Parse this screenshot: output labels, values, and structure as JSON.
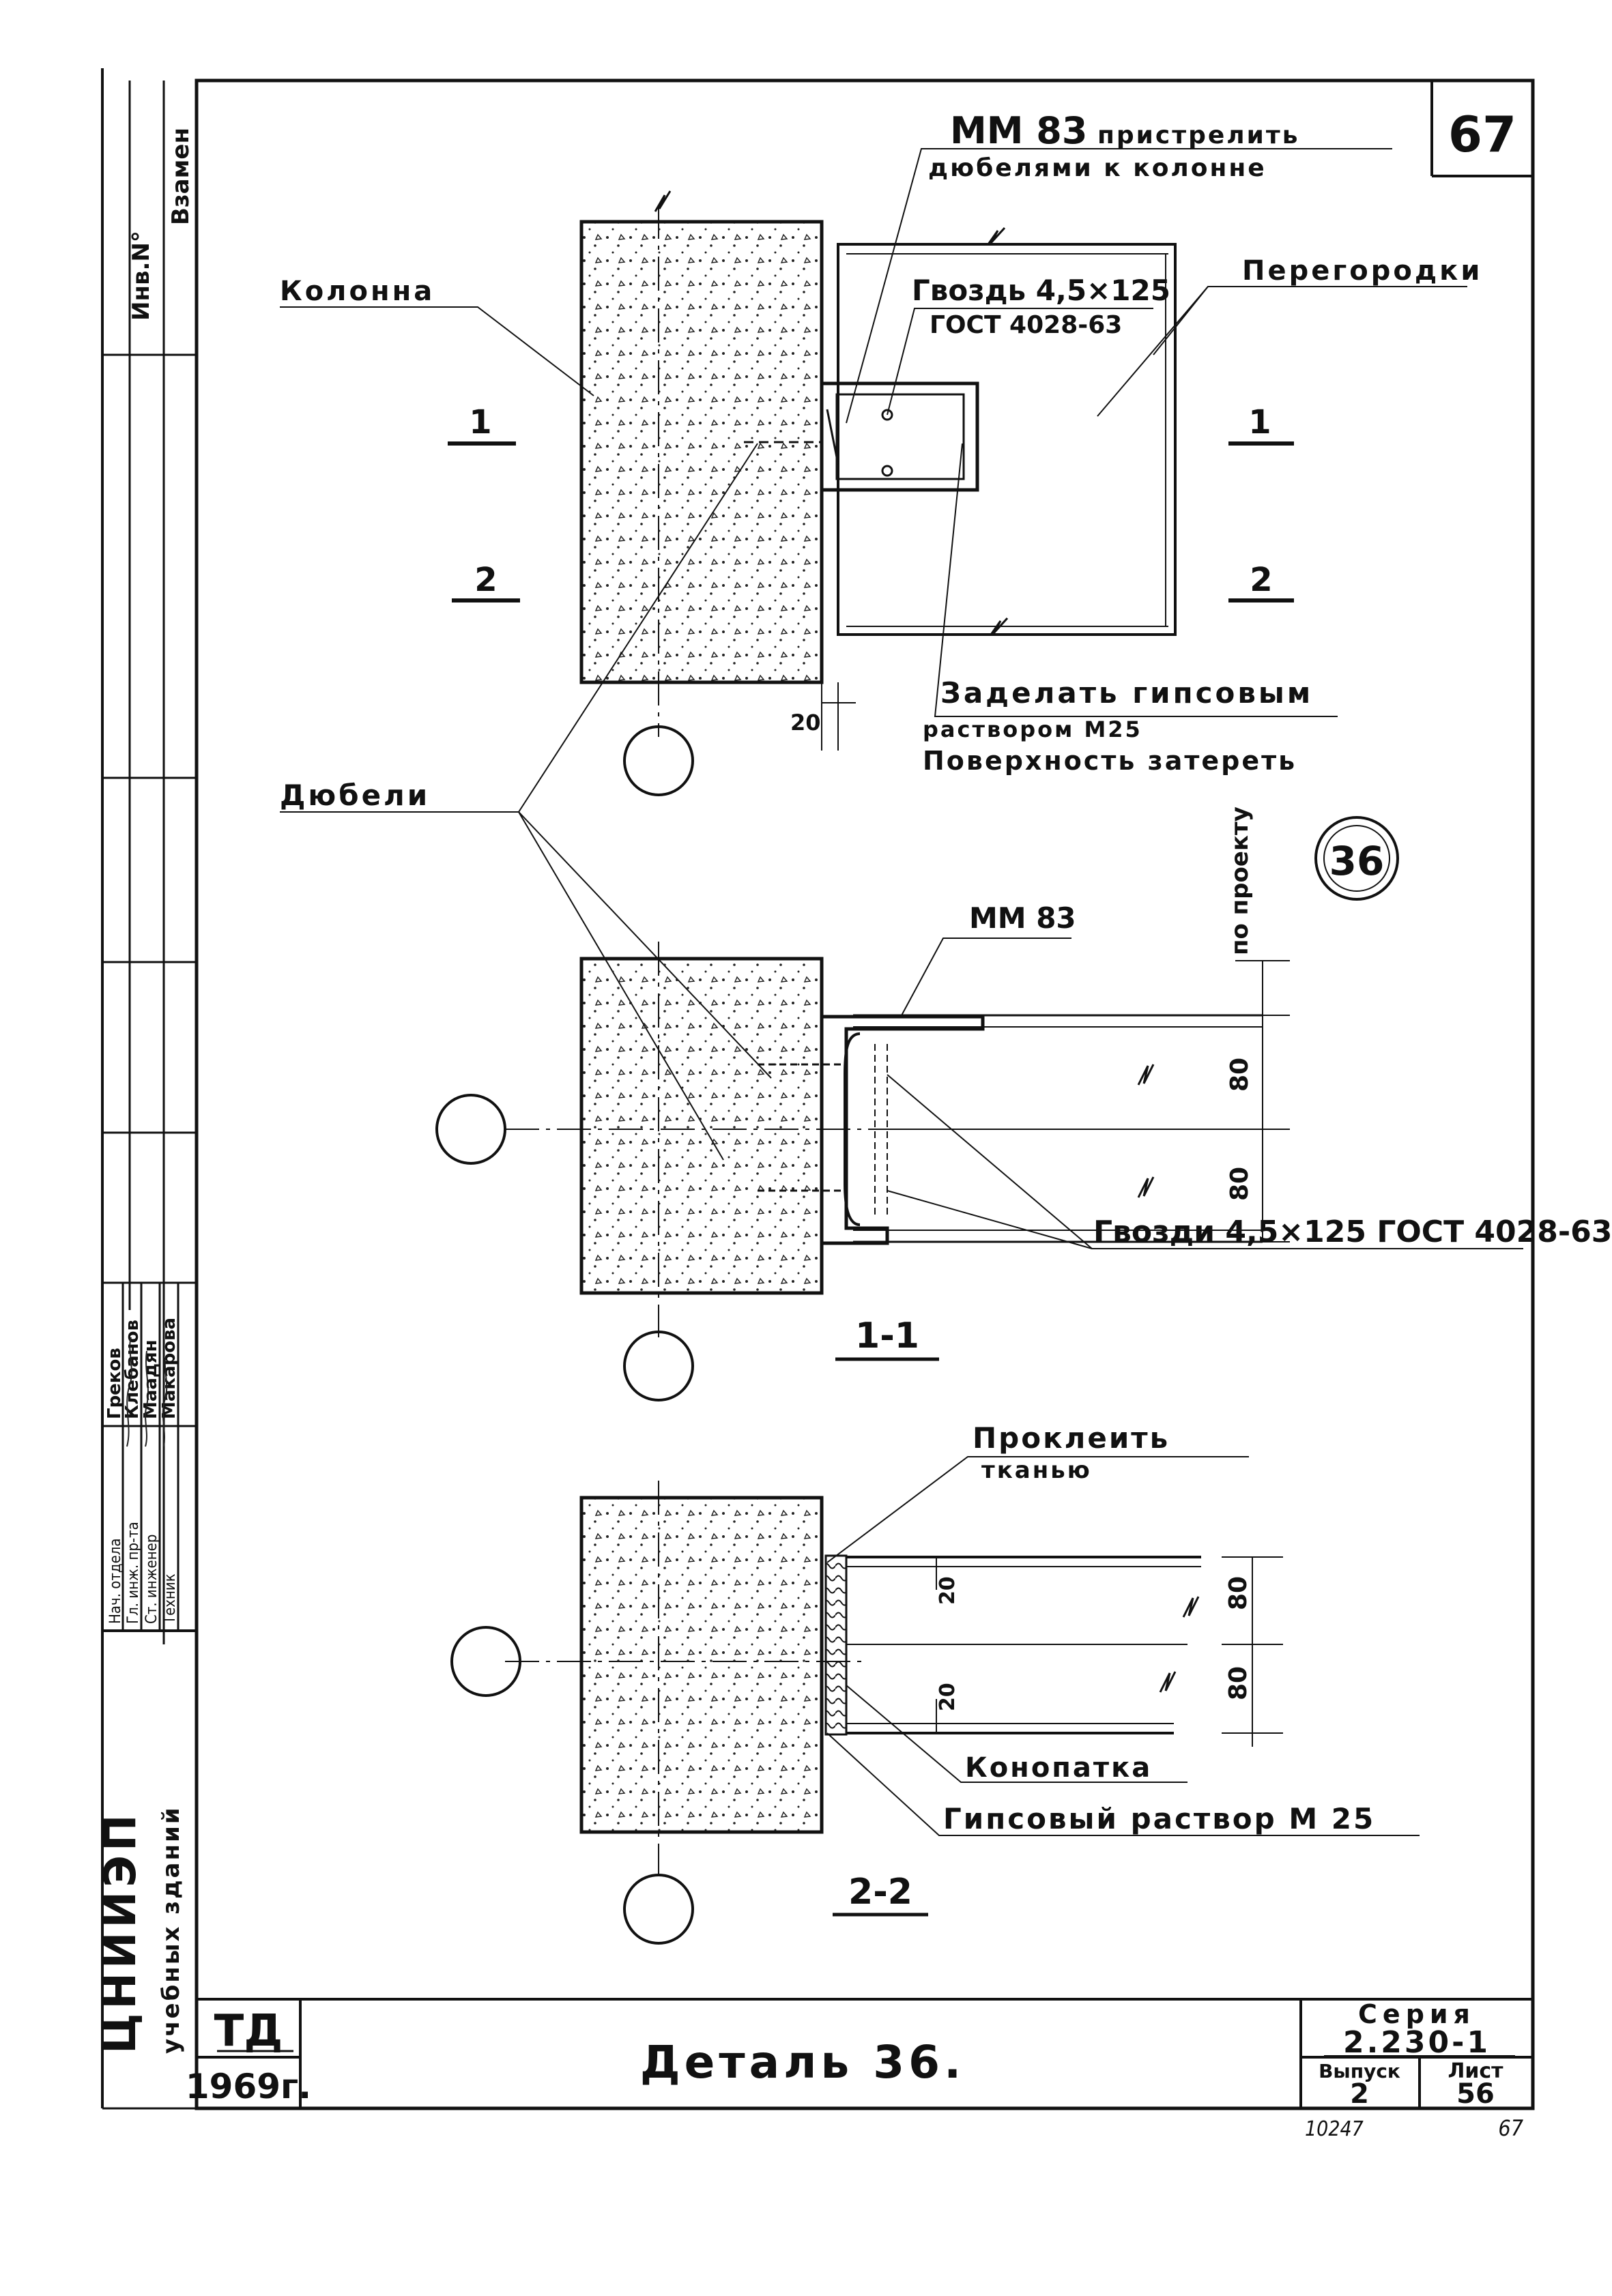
{
  "sheet": {
    "page_number": "67",
    "detail_circle": "36",
    "bottom_left_code": "10247",
    "bottom_right_number": "67"
  },
  "sidebar": {
    "inv_no": "Инв.N°",
    "vzamen": "Взамен",
    "org_title": "ЦНИИЭП",
    "org_subtitle": "учебных зданий",
    "signatures": [
      {
        "role": "Нач. отдела",
        "name": "Греков"
      },
      {
        "role": "Гл. инж. пр-та",
        "name": "Клебанов"
      },
      {
        "role": "Ст. инженер",
        "name": "Маадян"
      },
      {
        "role": "Техник",
        "name": "Макарова"
      }
    ]
  },
  "plan": {
    "label_column": "Колонна",
    "label_mm83": "ММ 83",
    "label_mm83_note_1": "пристрелить",
    "label_mm83_note_2": "дюбелями к колонне",
    "label_nail_1": "Гвоздь 4,5×125",
    "label_nail_2": "ГОСТ 4028-63",
    "label_partitions": "Перегородки",
    "label_seal_1": "Заделать гипсовым",
    "label_seal_2": "раствором М25",
    "label_seal_3": "Поверхность затереть",
    "label_dowels": "Дюбели",
    "section_mark_1": "1",
    "section_mark_2": "2",
    "dim_20": "20"
  },
  "section1": {
    "title": "1-1",
    "label_mm83": "ММ 83",
    "label_nails": "Гвозди 4,5×125 ГОСТ 4028-63",
    "dim_project": "по проекту",
    "dim_80a": "80",
    "dim_80b": "80"
  },
  "section2": {
    "title": "2-2",
    "label_glue_1": "Проклеить",
    "label_glue_2": "тканью",
    "label_caulk": "Конопатка",
    "label_mortar": "Гипсовый раствор М 25",
    "dim_20a": "20",
    "dim_20b": "20",
    "dim_80a": "80",
    "dim_80b": "80"
  },
  "title_block": {
    "td": "ТД",
    "year": "1969г.",
    "title": "Деталь 36.",
    "series_label": "Серия",
    "series_value": "2.230-1",
    "issue_label": "Выпуск",
    "issue_value": "2",
    "sheet_label": "Лист",
    "sheet_value": "56"
  }
}
